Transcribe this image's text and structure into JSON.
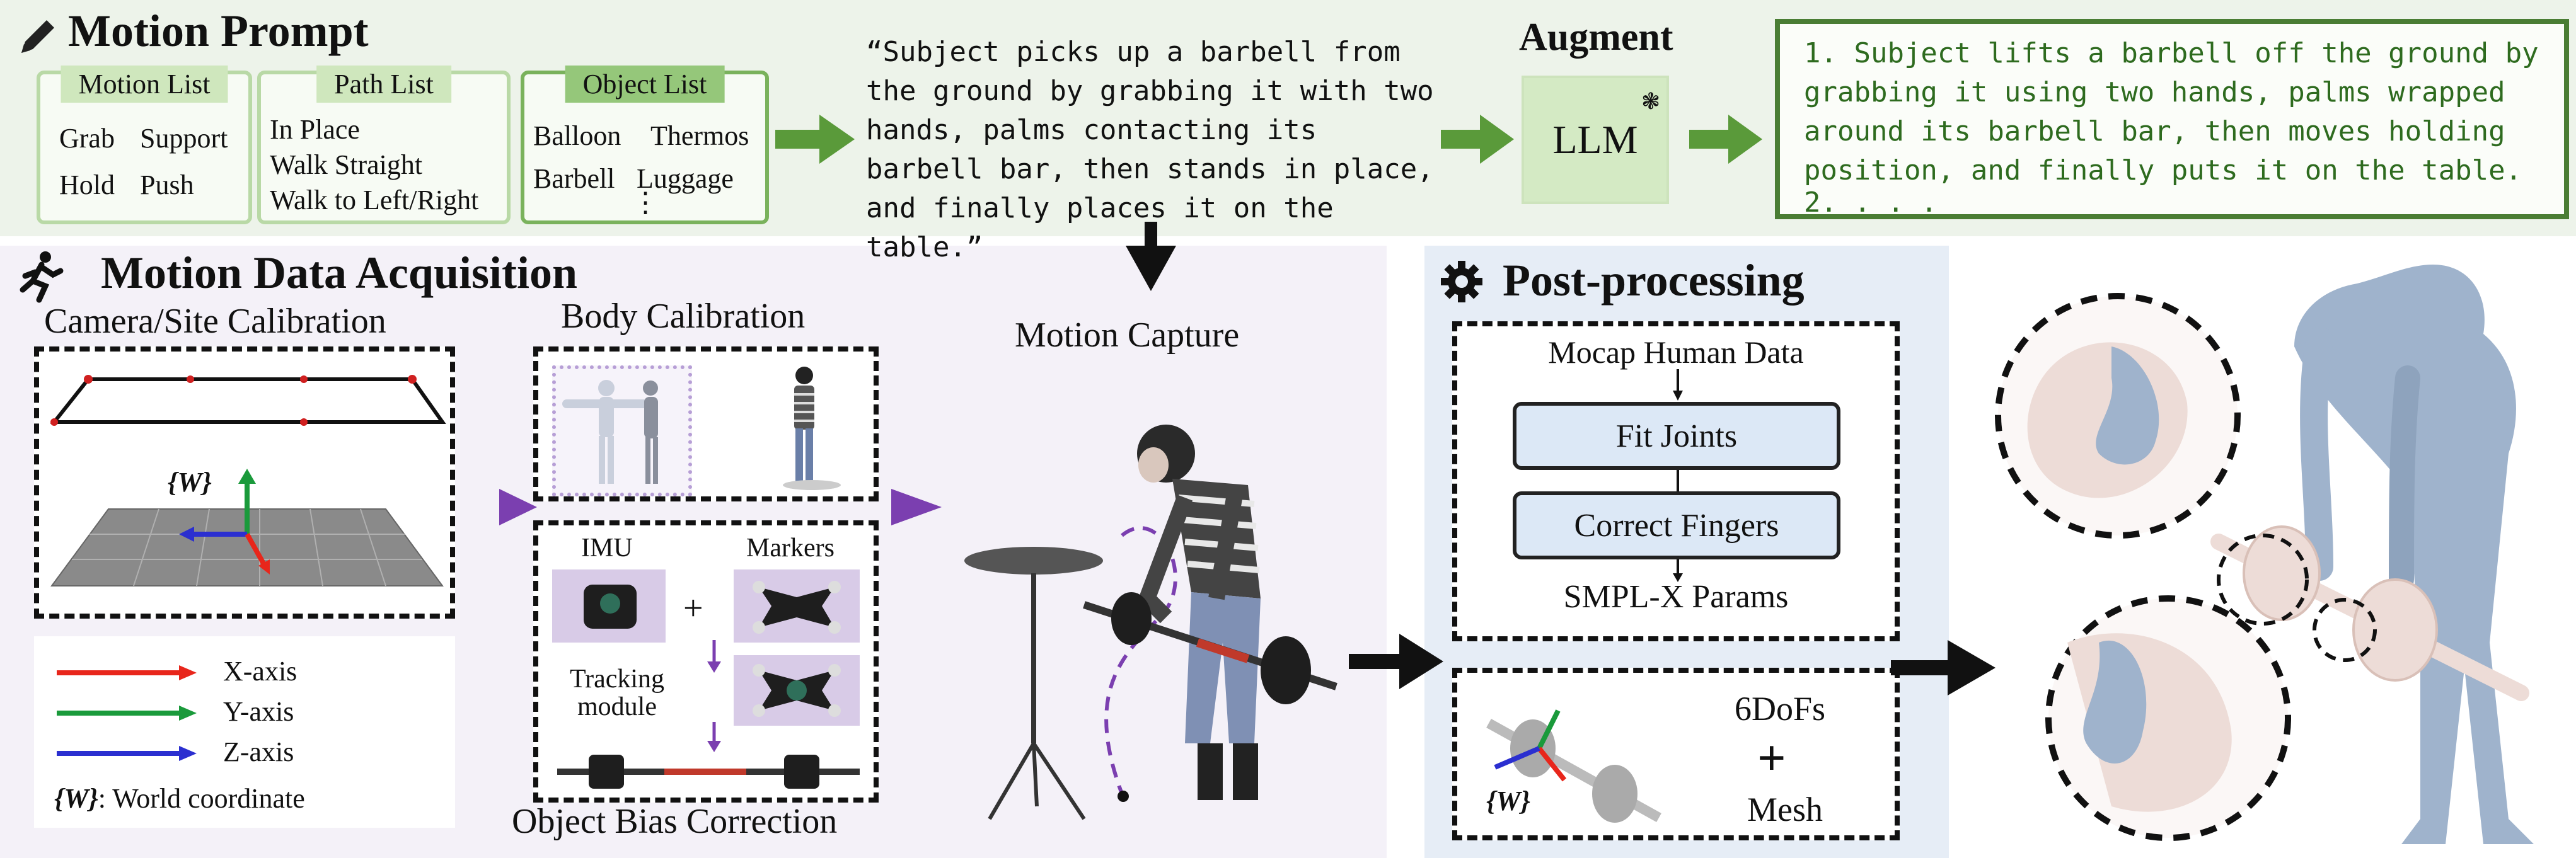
{
  "prompt": {
    "title": "Motion Prompt",
    "motion_list": {
      "header": "Motion List",
      "items": [
        "Grab",
        "Support",
        "Hold",
        "Push"
      ]
    },
    "path_list": {
      "header": "Path List",
      "items": [
        "In Place",
        "Walk Straight",
        "Walk to Left/Right"
      ]
    },
    "object_list": {
      "header": "Object List",
      "items": [
        "Balloon",
        "Thermos",
        "Barbell",
        "Luggage"
      ],
      "more": "⋮"
    },
    "quote": "“Subject picks up a barbell from the ground by grabbing it with two hands, palms contacting its barbell bar, then stands in place, and finally places it on the table.”",
    "augment_title": "Augment",
    "llm_label": "LLM",
    "augmented_text": "1. Subject lifts a barbell off the ground by grabbing it using two hands, palms wrapped around its barbell bar, then moves holding position, and finally puts it on the table.",
    "augmented_more": "2. . . ."
  },
  "acquisition": {
    "title": "Motion Data Acquisition",
    "camera_calibration": "Camera/Site Calibration",
    "world_symbol": "{W}",
    "legend": [
      {
        "label": "X-axis",
        "color": "#e8261b"
      },
      {
        "label": "Y-axis",
        "color": "#1a9a3b"
      },
      {
        "label": "Z-axis",
        "color": "#2b2fd0"
      }
    ],
    "world_note": ": World coordinate",
    "body_calibration": "Body Calibration",
    "imu_label": "IMU",
    "markers_label": "Markers",
    "plus": "+",
    "tracking_module": "Tracking module",
    "object_bias": "Object Bias Correction",
    "motion_capture": "Motion Capture"
  },
  "post": {
    "title": "Post-processing",
    "mocap_data": "Mocap Human Data",
    "fit_joints": "Fit Joints",
    "correct_fingers": "Correct Fingers",
    "smplx": "SMPL-X Params",
    "world_symbol": "{W}",
    "dofs": "6DoFs",
    "plus": "+",
    "mesh": "Mesh"
  },
  "colors": {
    "green_arrow": "#5a9a3a",
    "purple_arrow": "#7b3fb0",
    "augment_text": "#2e6b1f",
    "step_fill": "#dce8f6",
    "body_mesh": "#9fb3cc",
    "object_mesh": "#e8cfc8"
  }
}
